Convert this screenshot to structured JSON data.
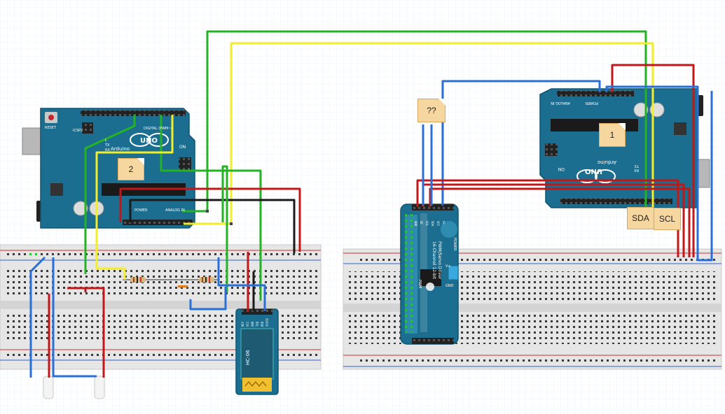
{
  "notes": {
    "left_board_note": "2",
    "right_board_note": "1",
    "sensor_note": "??",
    "sda_label": "SDA",
    "scl_label": "SCL"
  },
  "left_arduino": {
    "brand": "Arduino",
    "model": "UNO",
    "reset_label": "RESET",
    "icsp_label": "ICSP2",
    "digital_label": "DIGITAL (PWM~)",
    "power_label": "POWER",
    "analog_label": "ANALOG IN",
    "on_label": "ON",
    "tx_label": "TX",
    "rx_label": "RX",
    "l_label": "L"
  },
  "right_arduino": {
    "brand": "Arduino",
    "model": "UNO",
    "power_label": "POWER",
    "analog_label": "ANALOG IN",
    "on_label": "ON",
    "tx_label": "TX",
    "rx_label": "RX"
  },
  "pwm_driver": {
    "title_line1": "16-Channel 12-bit",
    "title_line2": "PWM/Servo Driver",
    "power_label": "POWER",
    "gnd_label": "GND",
    "v_label": "V+",
    "pwm_label": "PWM",
    "pins": [
      "GND",
      "OE",
      "SCL",
      "SDA",
      "VCC",
      "V+"
    ]
  },
  "bluetooth": {
    "model": "HC-06",
    "pins": [
      "KEY",
      "VCC",
      "GND",
      "TXD",
      "RXD",
      "STATE"
    ]
  },
  "colors": {
    "board": "#1b6e8f",
    "board_dark": "#0f5572",
    "wire_green": "#24b324",
    "wire_yellow": "#f2ee2a",
    "wire_red": "#c01818",
    "wire_blue": "#2a6fd6",
    "wire_black": "#1a1a1a",
    "breadboard": "#e8e8e8",
    "note": "#f7d7a0"
  }
}
